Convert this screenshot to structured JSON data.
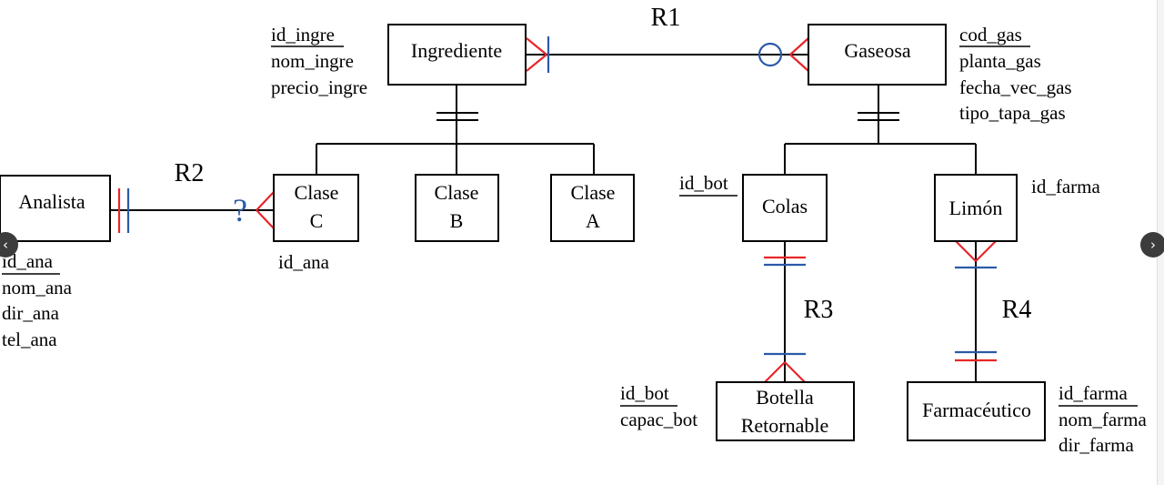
{
  "relationships": {
    "r1": "R1",
    "r2": "R2",
    "r3": "R3",
    "r4": "R4"
  },
  "entities": {
    "ingrediente": "Ingrediente",
    "gaseosa": "Gaseosa",
    "analista": "Analista",
    "clase_c": [
      "Clase",
      "C"
    ],
    "clase_b": [
      "Clase",
      "B"
    ],
    "clase_a": [
      "Clase",
      "A"
    ],
    "colas": "Colas",
    "limon": "Limón",
    "botella": [
      "Botella",
      "Retornable"
    ],
    "farmaceutico": "Farmacéutico"
  },
  "attributes": {
    "ingrediente": [
      "id_ingre",
      "nom_ingre",
      "precio_ingre"
    ],
    "gaseosa": [
      "cod_gas",
      "planta_gas",
      "fecha_vec_gas",
      "tipo_tapa_gas"
    ],
    "analista": [
      "id_ana",
      "nom_ana",
      "dir_ana",
      "tel_ana"
    ],
    "clase_c": [
      "id_ana"
    ],
    "colas": [
      "id_bot"
    ],
    "limon": [
      "id_farma"
    ],
    "botella": [
      "id_bot",
      "capac_bot"
    ],
    "farmaceutico": [
      "id_farma",
      "nom_farma",
      "dir_farma"
    ]
  },
  "annotation": {
    "question_mark": "?"
  },
  "colors": {
    "red": "#e8262a",
    "blue": "#2a5aa8"
  },
  "nav": {
    "prev": "‹",
    "next": "›"
  }
}
